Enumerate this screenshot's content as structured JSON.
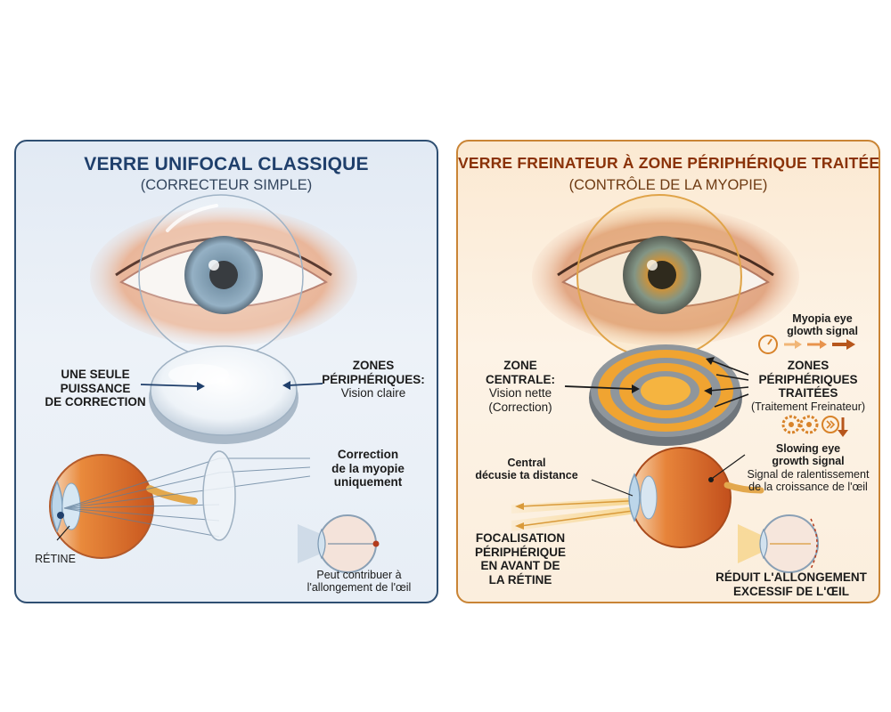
{
  "left": {
    "title": "VERRE UNIFOCAL CLASSIQUE",
    "subtitle": "(CORRECTEUR SIMPLE)",
    "single_power": [
      "UNE SEULE",
      "PUISSANCE",
      "DE CORRECTION"
    ],
    "zones_title": [
      "ZONES",
      "PÉRIPHÉRIQUES:"
    ],
    "zones_text": "Vision claire",
    "correction": [
      "Correction",
      "de la myopie",
      "uniquement"
    ],
    "retina": "RÉTINE",
    "elongation": [
      "Peut contribuer à",
      "l'allongement de l'œil"
    ]
  },
  "right": {
    "title": "VERRE FREINATEUR À ZONE PÉRIPHÉRIQUE TRAITÉE",
    "subtitle": "(CONTRÔLE DE LA MYOPIE)",
    "central_zone": [
      "ZONE",
      "CENTRALE:"
    ],
    "central_text": [
      "Vision nette",
      "(Correction)"
    ],
    "growth_signal": [
      "Myopia eye",
      "glowth signal"
    ],
    "peripheral_zones": [
      "ZONES",
      "PÉRIPHÉRIQUES",
      "TRAITÉES"
    ],
    "peripheral_text": "(Traitement Freinateur)",
    "slowing_signal": [
      "Slowing eye",
      "growth signal"
    ],
    "slowing_text": [
      "Signal de ralentissement",
      "de la croissance de l'œil"
    ],
    "central_distance": [
      "Central",
      "décusie ta distance"
    ],
    "focus": [
      "FOCALISATION",
      "PÉRIPHÉRIQUE",
      "EN AVANT DE",
      "LA RÉTINE"
    ],
    "reduces": [
      "RÉDUIT L'ALLONGEMENT",
      "EXCESSIF DE L'ŒIL"
    ]
  },
  "colors": {
    "left_border": "#2f4f72",
    "left_title": "#1f3f6b",
    "right_border": "#c98435",
    "right_title": "#8a3208",
    "lens_orange": "#f0a431",
    "lens_gray": "#8f969c"
  }
}
